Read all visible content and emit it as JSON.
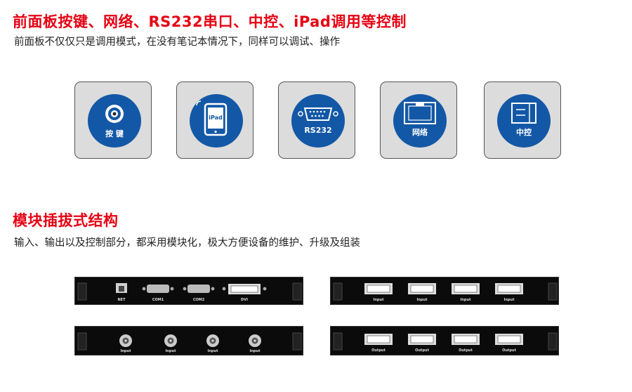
{
  "section1": {
    "title": "前面板按键、网络、RS232串口、中控、iPad调用等控制",
    "subtitle": "前面板不仅仅只是调用模式，在没有笔记本情况下，同样可以调试、操作"
  },
  "tiles": [
    {
      "label": "按 键",
      "icon": "knob-icon"
    },
    {
      "label": "",
      "icon": "ipad-icon",
      "glyph": "iPad"
    },
    {
      "label": "RS232",
      "icon": "serial-port-icon"
    },
    {
      "label": "网络",
      "icon": "network-icon"
    },
    {
      "label": "中控",
      "icon": "central-control-icon"
    }
  ],
  "section2": {
    "title": "模块插拔式结构",
    "subtitle": "输入、输出以及控制部分，都采用模块化，极大方便设备的维护、升级及组装"
  },
  "panels": {
    "control": {
      "labels": [
        "NET",
        "COM1",
        "COM2",
        "DVI"
      ]
    },
    "dvi_input": {
      "labels": [
        "Input",
        "Input",
        "Input",
        "Input"
      ]
    },
    "bnc_input": {
      "labels": [
        "Input",
        "Input",
        "Input",
        "Input"
      ]
    },
    "dvi_output": {
      "labels": [
        "Output",
        "Output",
        "Output",
        "Output"
      ]
    }
  },
  "colors": {
    "accent": "#e60012",
    "icon_blue": "#1358a6",
    "tile_bg": "#dcdcdc"
  }
}
